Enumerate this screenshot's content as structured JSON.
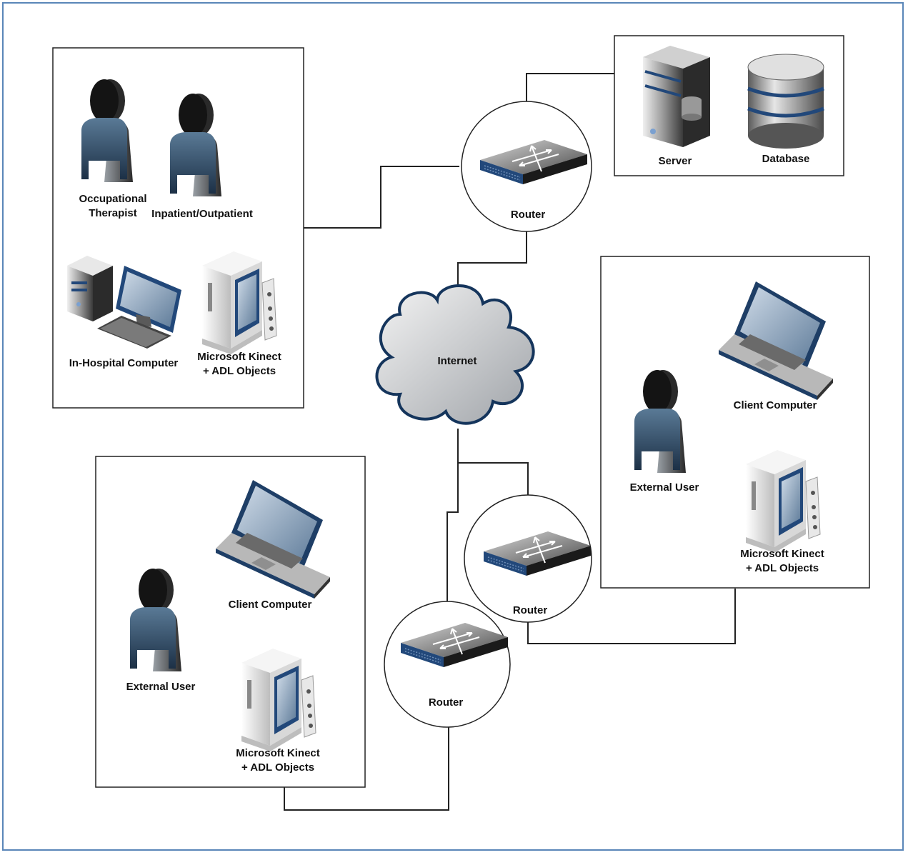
{
  "colors": {
    "frame_border": "#5a86b8",
    "person_body": "#2f4c66",
    "person_head": "#151515",
    "router_blue": "#22487a",
    "cloud_fill": "#c9cbce",
    "cloud_border": "#15355c"
  },
  "hospital": {
    "therapist_label": "Occupational Therapist",
    "patient_label": "Inpatient/Outpatient",
    "computer_label": "In-Hospital Computer",
    "kinect_label": "Microsoft Kinect + ADL Objects"
  },
  "servers": {
    "server_label": "Server",
    "database_label": "Database"
  },
  "routers": {
    "top_label": "Router",
    "right_label": "Router",
    "bottom_label": "Router"
  },
  "cloud": {
    "label": "Internet"
  },
  "site_right": {
    "user_label": "External User",
    "laptop_label": "Client Computer",
    "kinect_label": "Microsoft Kinect + ADL Objects"
  },
  "site_left": {
    "user_label": "External User",
    "laptop_label": "Client Computer",
    "kinect_label": "Microsoft Kinect + ADL Objects"
  },
  "icons": [
    "user-icon",
    "desktop-computer-icon",
    "kinect-console-icon",
    "server-icon",
    "database-icon",
    "router-icon",
    "cloud-icon",
    "laptop-icon"
  ]
}
